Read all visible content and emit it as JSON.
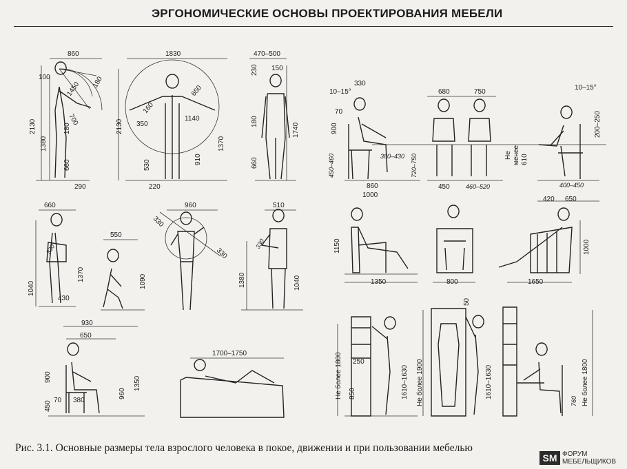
{
  "header": {
    "title": "ЭРГОНОМИЧЕСКИЕ ОСНОВЫ ПРОЕКТИРОВАНИЯ МЕБЕЛИ"
  },
  "caption": "Рис. 3.1. Основные размеры тела взрослого человека в покое, движении и при пользовании мебелью",
  "watermark": {
    "logo": "SM",
    "line1": "ФОРУМ",
    "line2": "МЕБЕЛЬЩИКОВ"
  },
  "dims": {
    "a": [
      "860",
      "100",
      "1450",
      "180",
      "700",
      "180",
      "2130",
      "1380",
      "660",
      "290"
    ],
    "b": [
      "1830",
      "650",
      "350",
      "160",
      "1140",
      "2130",
      "1370",
      "530",
      "910",
      "220"
    ],
    "c": [
      "470–500",
      "230",
      "150",
      "180",
      "1740",
      "660"
    ],
    "d": [
      "10–15°",
      "330",
      "70",
      "900",
      "380–430",
      "720–750",
      "450–460",
      "860",
      "1000"
    ],
    "e": [
      "680",
      "750",
      "450",
      "460–520",
      "Не",
      "менее",
      "610"
    ],
    "f": [
      "10–15°",
      "200–250",
      "400–450",
      "420",
      "650"
    ],
    "g": [
      "660",
      "330",
      "1370",
      "1040",
      "430"
    ],
    "h": [
      "550",
      "1090"
    ],
    "i": [
      "960",
      "330",
      "330"
    ],
    "j": [
      "510",
      "330",
      "1380",
      "1040"
    ],
    "k": [
      "1150",
      "1350"
    ],
    "l": [
      "800"
    ],
    "m": [
      "1000",
      "1650"
    ],
    "n": [
      "930",
      "650",
      "900",
      "450",
      "70",
      "380",
      "960",
      "1350"
    ],
    "o": [
      "1700–1750"
    ],
    "p": [
      "250",
      "Не более 1800",
      "850",
      "1610–1630"
    ],
    "q": [
      "50",
      "Не более 1900",
      "1610–1630"
    ],
    "r": [
      "Не более 1800",
      "760"
    ]
  }
}
